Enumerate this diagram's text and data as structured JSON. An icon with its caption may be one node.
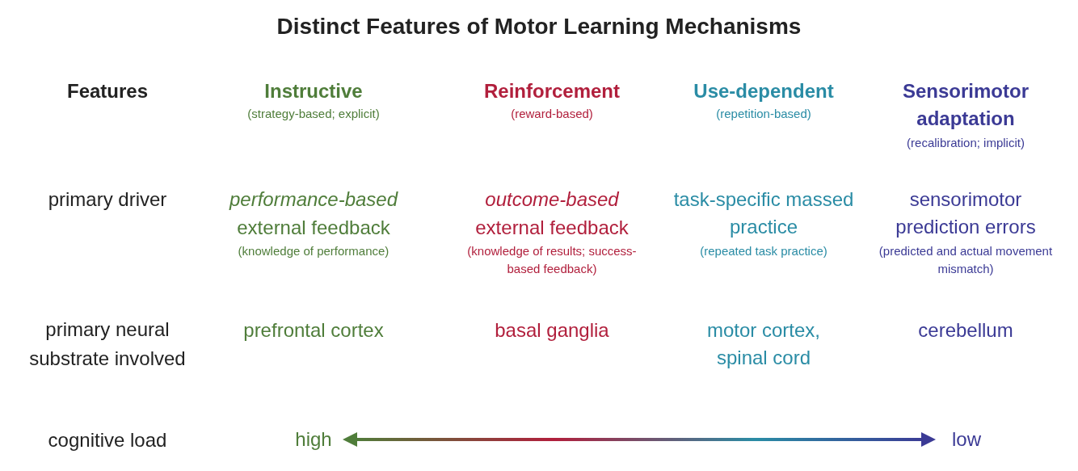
{
  "diagram": {
    "title": "Distinct Features of Motor Learning Mechanisms",
    "labels": [
      "Features",
      "Instructive",
      "(strategy-based; explicit)",
      "Reinforcement",
      "(reward-based)",
      "Use-dependent",
      "(repetition-based)",
      "Sensorimotor adaptation",
      "(recalibration; implicit)",
      "primary driver",
      "performance-based",
      "external feedback",
      "(knowledge of performance)",
      "outcome-based",
      "external feedback",
      "(knowledge of results; success-based feedback)",
      "task-specific massed practice",
      "(repeated task practice)",
      "sensorimotor prediction errors",
      "(predicted and actual movement mismatch)",
      "primary neural substrate involved",
      "prefrontal cortex",
      "basal ganglia",
      "motor cortex, spinal cord",
      "cerebellum",
      "cognitive load",
      "high",
      "low"
    ]
  }
}
